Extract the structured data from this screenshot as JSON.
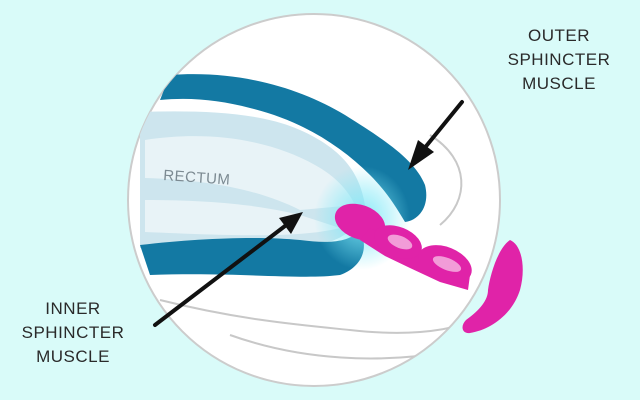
{
  "labels": {
    "rectum": "RECTUM",
    "outer_muscle": [
      "OUTER",
      "SPHINCTER",
      "MUSCLE"
    ],
    "inner_muscle": [
      "INNER",
      "SPHINCTER",
      "MUSCLE"
    ]
  },
  "colors": {
    "background": "#d9fbf9",
    "circle_fill": "#ffffff",
    "circle_stroke": "#cccccc",
    "muscle_dark": "#1379a3",
    "muscle_light": "#cde5ee",
    "glow": "#7fe8f7",
    "toy_pink": "#e023a8",
    "toy_highlight": "#f29cd8",
    "arrow": "#111111",
    "text": "#2a2a2a"
  }
}
